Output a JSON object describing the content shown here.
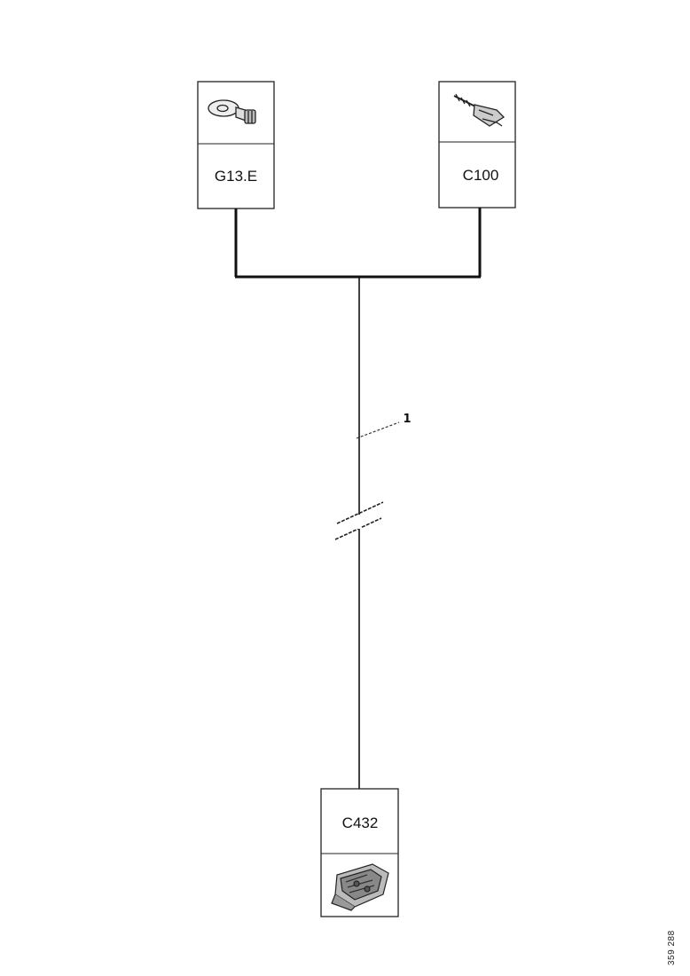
{
  "connectors": {
    "ground": {
      "label": "G13.E",
      "icon": "ring-terminal-icon"
    },
    "top_right": {
      "label": "C100",
      "icon": "blade-terminal-icon"
    },
    "bottom": {
      "label": "C432",
      "icon": "connector-housing-icon"
    }
  },
  "wire": {
    "ref": "1"
  },
  "figure_id": "359 288"
}
